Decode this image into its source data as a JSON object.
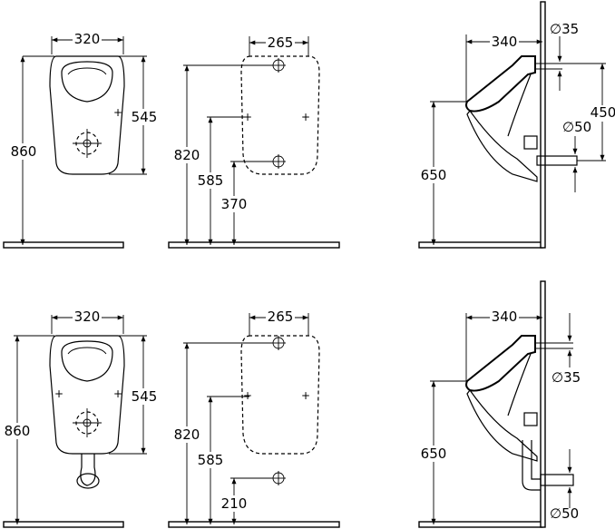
{
  "top_row": {
    "front": {
      "width": "320",
      "rim_height": "860",
      "bowl_height": "545"
    },
    "wall": {
      "outline_width": "265",
      "h_upper": "820",
      "h_mid": "585",
      "h_low": "370"
    },
    "side": {
      "depth": "340",
      "inlet_dia": "∅35",
      "outlet_dia": "∅50",
      "spacing": "450",
      "rim_height": "650"
    }
  },
  "bottom_row": {
    "front": {
      "width": "320",
      "rim_height": "860",
      "bowl_height": "545"
    },
    "wall": {
      "outline_width": "265",
      "h_upper": "820",
      "h_mid": "585",
      "h_low": "210"
    },
    "side": {
      "depth": "340",
      "inlet_dia": "∅35",
      "outlet_dia": "∅50",
      "rim_height": "650"
    }
  }
}
